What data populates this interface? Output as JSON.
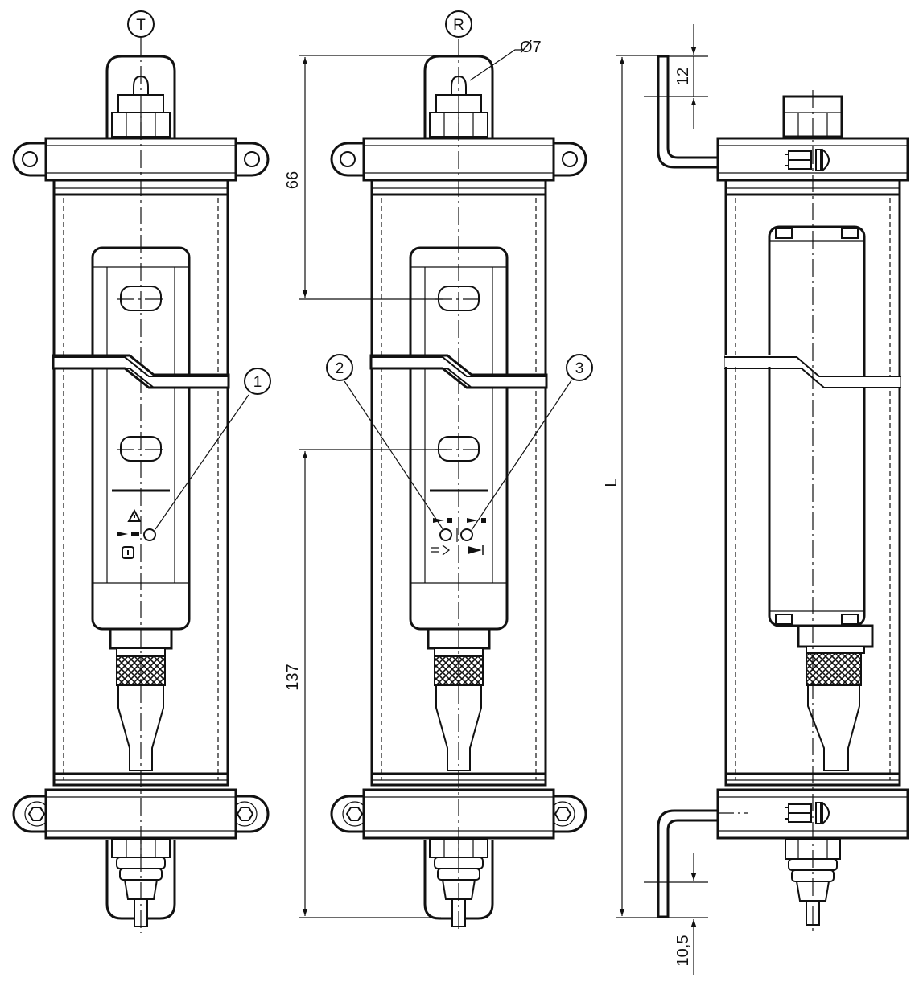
{
  "views": {
    "transmitter": {
      "label": "T"
    },
    "receiver": {
      "label": "R"
    }
  },
  "dimensions": {
    "hole_diameter": "Ø7",
    "top_offset": "66",
    "bottom_offset": "137",
    "bracket_top": "12",
    "bracket_bottom": "10,5",
    "length": "L"
  },
  "callouts": {
    "c1": "1",
    "c2": "2",
    "c3": "3"
  }
}
